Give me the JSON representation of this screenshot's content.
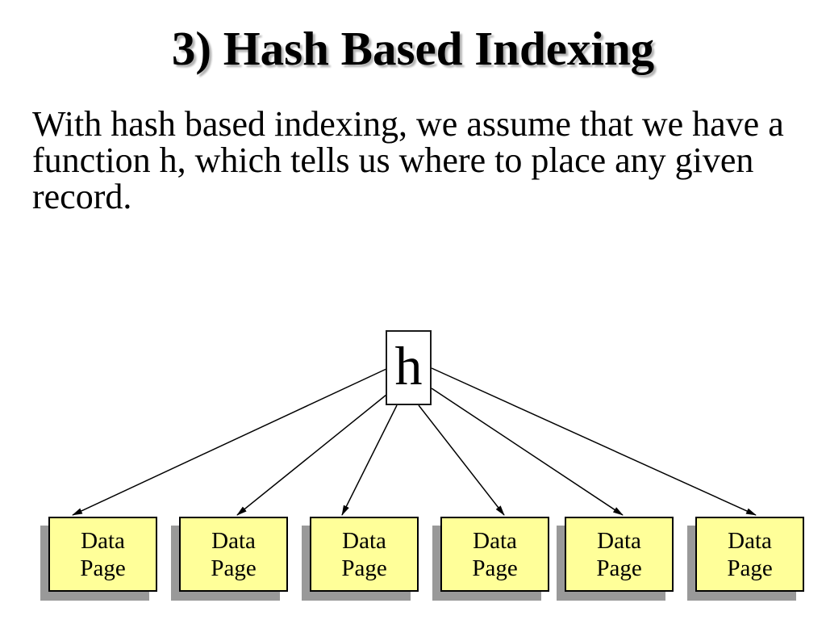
{
  "slide_title": "3) Hash Based Indexing",
  "body_text": "With hash based indexing, we assume that we have a function h, which tells us where to place any given record.",
  "diagram": {
    "hash_function_label": "h",
    "data_pages": [
      {
        "label": "Data\nPage"
      },
      {
        "label": "Data\nPage"
      },
      {
        "label": "Data\nPage"
      },
      {
        "label": "Data\nPage"
      },
      {
        "label": "Data\nPage"
      },
      {
        "label": "Data\nPage"
      }
    ],
    "colors": {
      "data_page_fill": "#ffff99",
      "data_page_border": "#000000",
      "shadow": "#999999",
      "arrow": "#000000",
      "title_shadow": "#b3b3b3"
    }
  }
}
